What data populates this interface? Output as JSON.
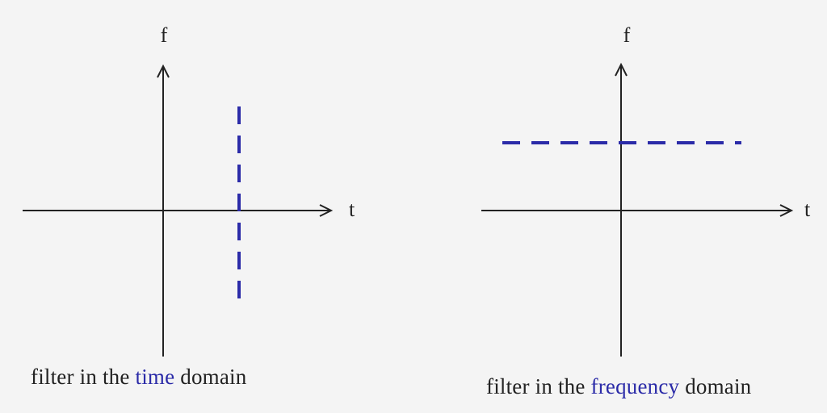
{
  "colors": {
    "background": "#f4f4f4",
    "axis": "#222222",
    "filter": "#2b2ba8"
  },
  "panels": [
    {
      "id": "time",
      "axis_labels": {
        "vertical": "f",
        "horizontal": "t"
      },
      "filter_orientation": "vertical",
      "caption": {
        "prefix": "filter in the ",
        "highlight": "time",
        "suffix": " domain"
      }
    },
    {
      "id": "frequency",
      "axis_labels": {
        "vertical": "f",
        "horizontal": "t"
      },
      "filter_orientation": "horizontal",
      "caption": {
        "prefix": "filter in the ",
        "highlight": "frequency",
        "suffix": " domain"
      }
    }
  ]
}
